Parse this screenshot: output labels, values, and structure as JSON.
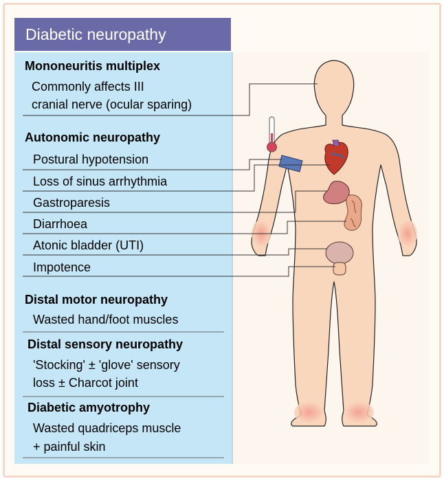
{
  "title": "Diabetic neuropathy",
  "sections": [
    {
      "heading": "Mononeuritis multiplex",
      "items": [
        "Commonly affects III",
        "cranial nerve (ocular sparing)"
      ]
    },
    {
      "heading": "Autonomic neuropathy",
      "items": [
        "Postural hypotension",
        "Loss of sinus arrhythmia",
        "Gastroparesis",
        "Diarrhoea",
        "Atonic bladder (UTI)",
        "Impotence"
      ]
    },
    {
      "heading": "Distal motor neuropathy",
      "items": [
        "Wasted hand/foot muscles"
      ]
    },
    {
      "heading": "Distal sensory neuropathy",
      "items": [
        "'Stocking' ± 'glove' sensory",
        "loss ± Charcot joint"
      ]
    },
    {
      "heading": "Diabetic amyotrophy",
      "items": [
        "Wasted quadriceps muscle",
        "+ painful skin"
      ]
    }
  ],
  "colors": {
    "title_bg": "#6a6aa8",
    "panel_bg": "#c5e6f6",
    "skin": "#f9d7bd",
    "border": "#f6d8c8"
  }
}
